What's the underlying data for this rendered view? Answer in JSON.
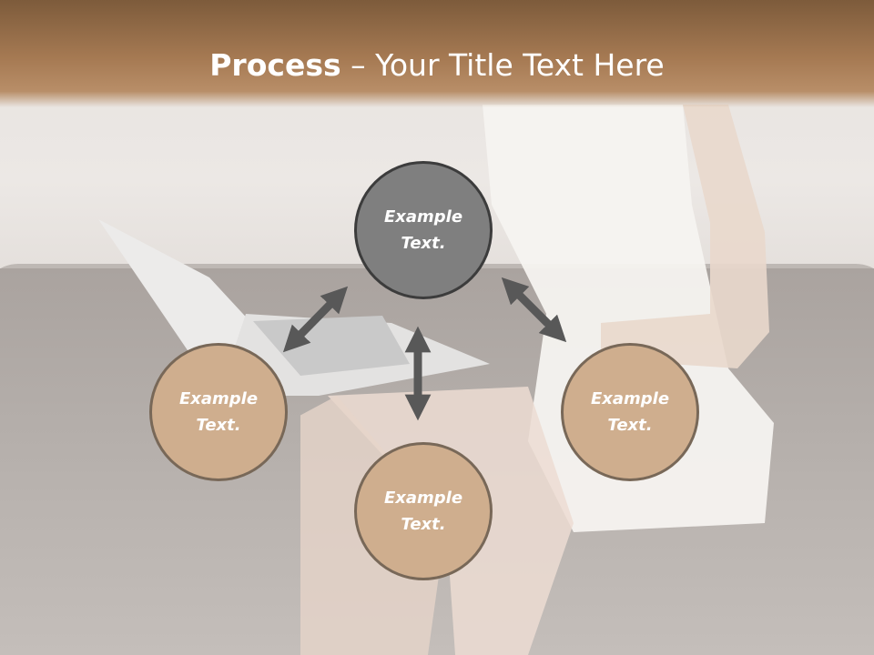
{
  "slide": {
    "title_bold": "Process",
    "title_separator": " – ",
    "title_rest": "Your Title Text Here",
    "colors": {
      "header": "#a67a53",
      "center_node": "#7f7f7f",
      "outer_node": "#cfae8e",
      "arrow": "#585858"
    }
  },
  "diagram": {
    "nodes": [
      {
        "id": "top",
        "text": "Example Text."
      },
      {
        "id": "left",
        "text": "Example Text."
      },
      {
        "id": "right",
        "text": "Example Text."
      },
      {
        "id": "bottom",
        "text": "Example Text."
      }
    ],
    "arrows": [
      {
        "from": "top",
        "to": "left",
        "type": "double-headed"
      },
      {
        "from": "top",
        "to": "right",
        "type": "double-headed"
      },
      {
        "from": "top",
        "to": "bottom",
        "type": "double-headed"
      }
    ]
  }
}
